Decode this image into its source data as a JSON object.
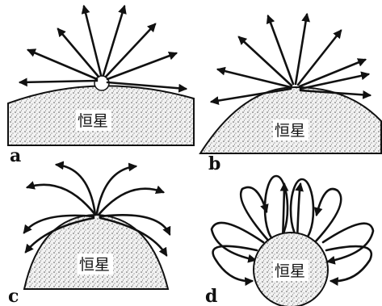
{
  "panels": [
    {
      "letter": "a",
      "star_label": "恒星"
    },
    {
      "letter": "b",
      "star_label": "恒星"
    },
    {
      "letter": "c",
      "star_label": "恒星"
    },
    {
      "letter": "d",
      "star_label": "恒星"
    }
  ]
}
